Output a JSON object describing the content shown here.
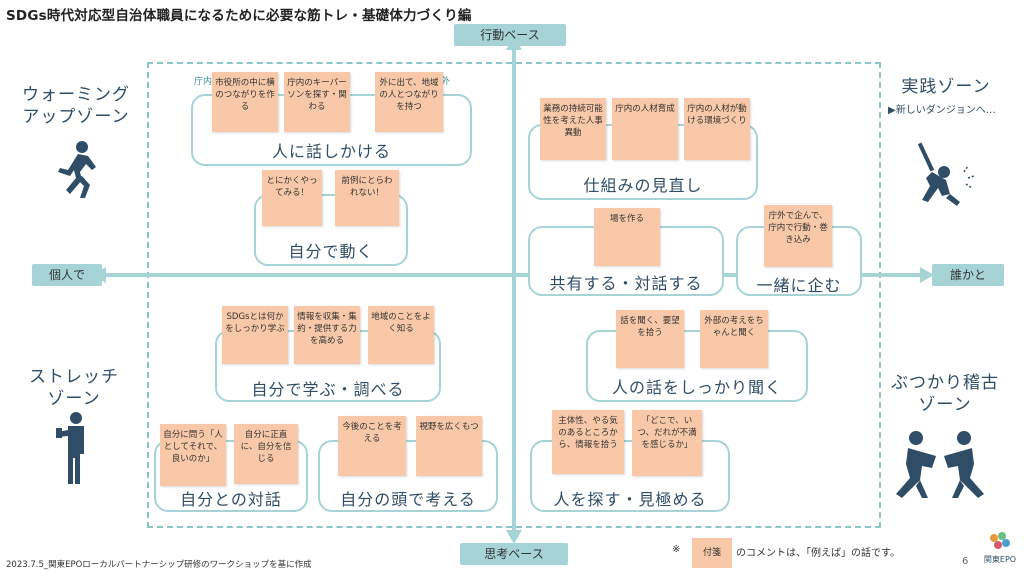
{
  "title": "SDGs時代対応型自治体職員になるために必要な筋トレ・基礎体力づくり編",
  "axes": {
    "top": "行動ベース",
    "bottom": "思考ベース",
    "left": "個人で",
    "right": "誰かと"
  },
  "zones": {
    "warmup": "ウォーミング\nアップゾーン",
    "practice": "実践ゾーン",
    "practice_sub": "▶新しいダンジョンへ…",
    "stretch": "ストレッチ\nゾーン",
    "sparring": "ぶつかり稽古\nゾーン"
  },
  "groups": [
    {
      "label": "人に話しかける",
      "notes": [
        "市役所の中に横のつながりを作る",
        "庁内のキーパーソンを探す・関わる",
        "外に出て、地域の人とつながりを持つ"
      ],
      "tags": [
        "庁内",
        "庁外"
      ]
    },
    {
      "label": "自分で動く",
      "notes": [
        "とにかくやってみる！",
        "前例にとらわれない！"
      ]
    },
    {
      "label": "仕組みの見直し",
      "notes": [
        "業務の持続可能性を考えた人事異動",
        "庁内の人材育成",
        "庁内の人材が動ける環境づくり"
      ]
    },
    {
      "label": "共有する・対話する",
      "notes": [
        "場を作る"
      ]
    },
    {
      "label": "一緒に企む",
      "notes": [
        "庁外で企んで、庁内で行動・巻き込み"
      ]
    },
    {
      "label": "自分で学ぶ・調べる",
      "notes": [
        "SDGsとは何かをしっかり学ぶ",
        "情報を収集・集約・提供する力を高める",
        "地域のことをよく知る"
      ]
    },
    {
      "label": "自分との対話",
      "notes": [
        "自分に問う「人としてそれで、良いのか」",
        "自分に正直に、自分を信じる"
      ]
    },
    {
      "label": "自分の頭で考える",
      "notes": [
        "今後のことを考える",
        "視野を広くもつ"
      ]
    },
    {
      "label": "人の話をしっかり聞く",
      "notes": [
        "話を聞く、要望を拾う",
        "外部の考えをちゃんと聞く"
      ]
    },
    {
      "label": "人を探す・見極める",
      "notes": [
        "主体性、やる気のあるところから、情報を拾う",
        "「どこで、いつ、だれが不満を感じるか」"
      ]
    }
  ],
  "footer": "2023.7.5_関東EPOローカルパートナーシップ研修のワークショップを基に作成",
  "legend": {
    "mark": "※",
    "chip": "付箋",
    "text": "のコメントは、「例えば」の話です。"
  },
  "page_number": "6",
  "logo_text": "関東EPO",
  "colors": {
    "axis": "#a6d3d6",
    "note": "#f8c8a8",
    "text": "#2f4d66"
  }
}
